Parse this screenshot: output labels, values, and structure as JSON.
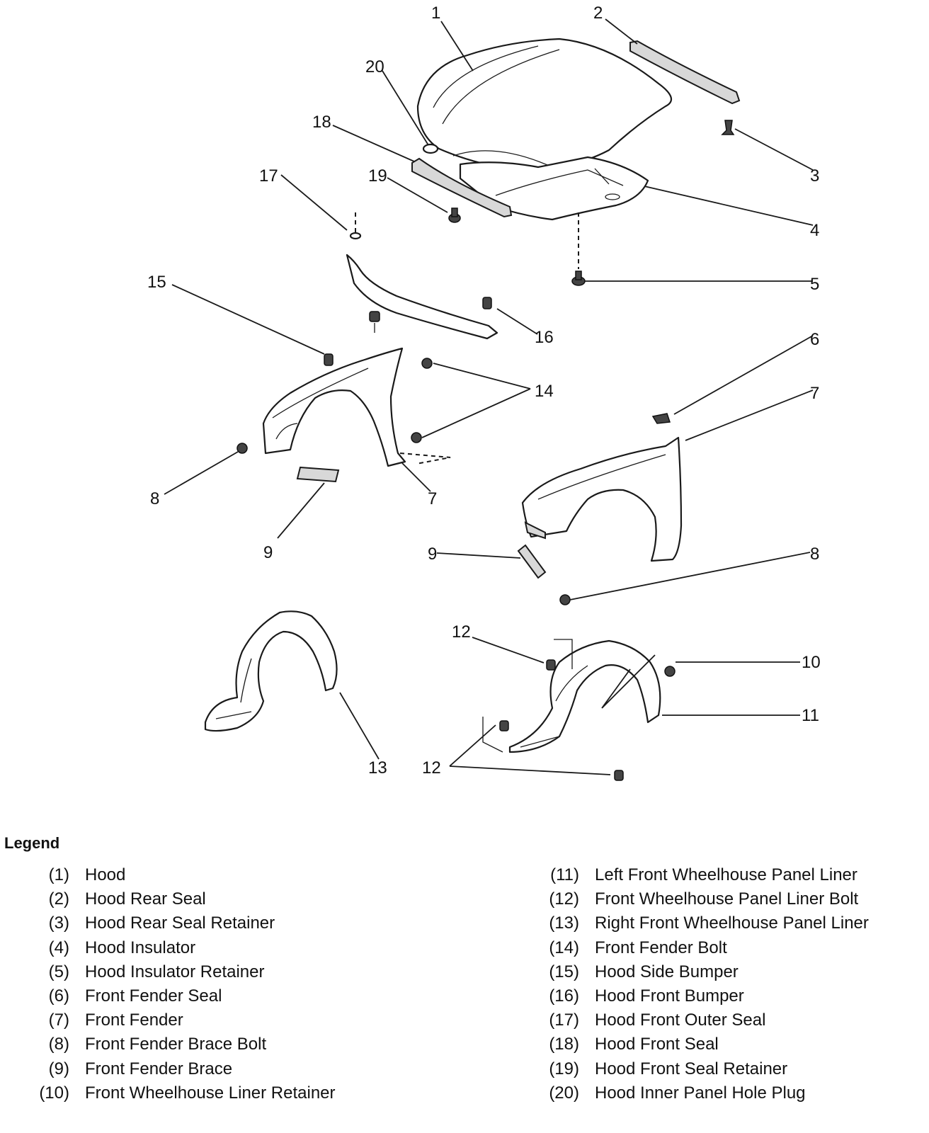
{
  "callouts": [
    "1",
    "2",
    "3",
    "4",
    "5",
    "6",
    "7",
    "8",
    "9",
    "10",
    "11",
    "12",
    "13",
    "14",
    "15",
    "16",
    "17",
    "18",
    "19",
    "20"
  ],
  "legend": {
    "title": "Legend",
    "items": [
      {
        "num": "(1)",
        "label": "Hood"
      },
      {
        "num": "(2)",
        "label": "Hood Rear Seal"
      },
      {
        "num": "(3)",
        "label": "Hood Rear Seal Retainer"
      },
      {
        "num": "(4)",
        "label": "Hood Insulator"
      },
      {
        "num": "(5)",
        "label": "Hood Insulator Retainer"
      },
      {
        "num": "(6)",
        "label": "Front Fender Seal"
      },
      {
        "num": "(7)",
        "label": "Front Fender"
      },
      {
        "num": "(8)",
        "label": "Front Fender Brace Bolt"
      },
      {
        "num": "(9)",
        "label": "Front Fender Brace"
      },
      {
        "num": "(10)",
        "label": "Front Wheelhouse Liner Retainer"
      },
      {
        "num": "(11)",
        "label": "Left Front Wheelhouse Panel Liner"
      },
      {
        "num": "(12)",
        "label": "Front Wheelhouse Panel Liner Bolt"
      },
      {
        "num": "(13)",
        "label": "Right Front Wheelhouse Panel Liner"
      },
      {
        "num": "(14)",
        "label": "Front Fender Bolt"
      },
      {
        "num": "(15)",
        "label": "Hood Side Bumper"
      },
      {
        "num": "(16)",
        "label": "Hood Front Bumper"
      },
      {
        "num": "(17)",
        "label": "Hood Front Outer Seal"
      },
      {
        "num": "(18)",
        "label": "Hood Front Seal"
      },
      {
        "num": "(19)",
        "label": "Hood Front Seal Retainer"
      },
      {
        "num": "(20)",
        "label": "Hood Inner Panel Hole Plug"
      }
    ]
  }
}
